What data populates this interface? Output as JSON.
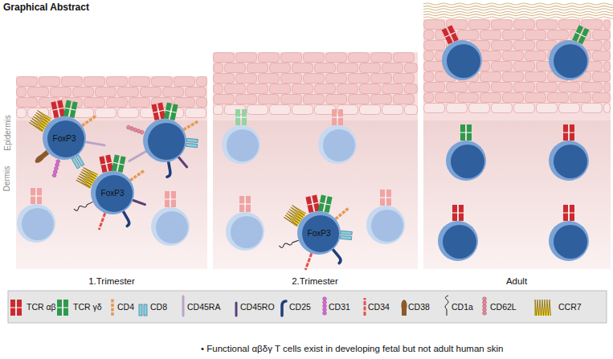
{
  "diagram": {
    "title": "Graphical Abstract",
    "caption": "• Functional αβδγ T cells exist in developing fetal but not adult human skin",
    "nodes": [
      {
        "text": [
          "FoxP3"
        ]
      },
      {
        "text": [
          "FoxP3"
        ]
      },
      {
        "text": [
          "FoxP3"
        ]
      }
    ],
    "edges": [],
    "labels": [
      "Dermis",
      "Epidermis",
      "1.Trimester",
      "2.Trimester",
      "Adult"
    ],
    "legend": [
      {
        "text": "TCR αβ"
      },
      {
        "text": "TCR γδ"
      },
      {
        "text": "CD4"
      },
      {
        "text": "CD8"
      },
      {
        "text": "CD45RA"
      },
      {
        "text": "CD45RO"
      },
      {
        "text": "CD25"
      },
      {
        "text": "CD31"
      },
      {
        "text": "CD34"
      },
      {
        "text": "CD38"
      },
      {
        "text": "CD1a"
      },
      {
        "text": "CD62L"
      },
      {
        "text": "CCR7"
      }
    ]
  }
}
